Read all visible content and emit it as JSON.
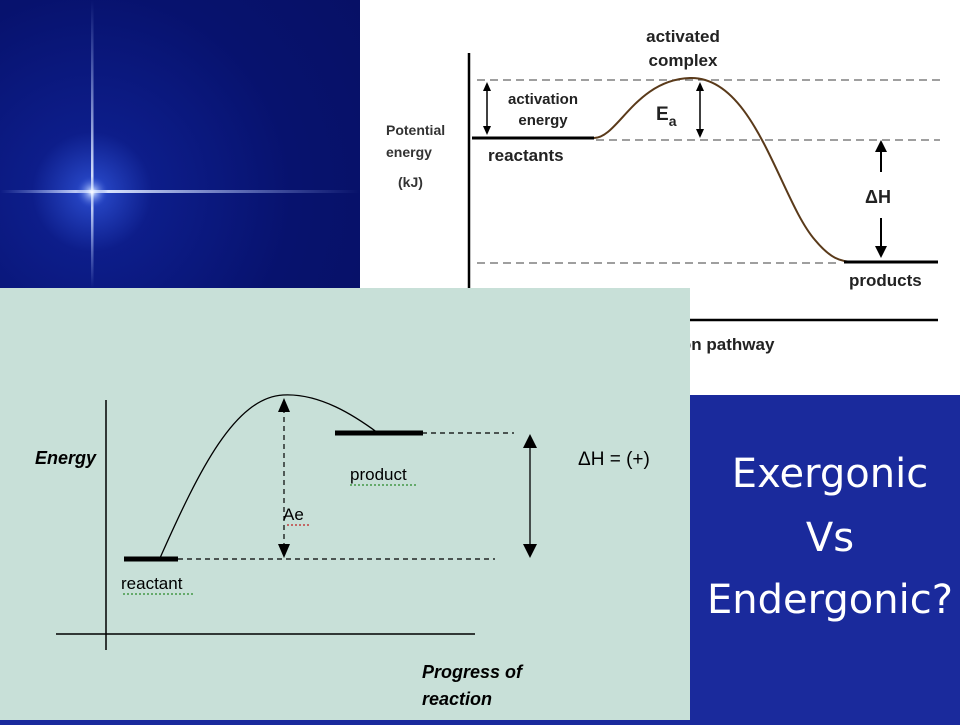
{
  "title": {
    "line1": "Exergonic",
    "line2": "Vs",
    "line3": "Endergonic?"
  },
  "exergonic_diagram": {
    "y_axis_label_line1": "Potential",
    "y_axis_label_line2": "energy",
    "y_axis_unit": "(kJ)",
    "x_axis_label": "reaction pathway",
    "peak_label_line1": "activated",
    "peak_label_line2": "complex",
    "activation_label_line1": "activation",
    "activation_label_line2": "energy",
    "ea_label": "E",
    "ea_subscript": "a",
    "reactants_label": "reactants",
    "products_label": "products",
    "delta_h_label": "ΔH"
  },
  "endergonic_diagram": {
    "y_axis_label": "Energy",
    "x_axis_label_line1": "Progress of",
    "x_axis_label_line2": "reaction",
    "product_label": "product",
    "reactant_label": "reactant",
    "ae_label": "Ae",
    "delta_h_label": "ΔH = (+)"
  },
  "colors": {
    "slide_background": "#1a2a9c",
    "star_panel": "#071064",
    "endergonic_panel": "#c8e0d8",
    "exergonic_panel": "#ffffff",
    "curve": "#5a3a1a"
  }
}
